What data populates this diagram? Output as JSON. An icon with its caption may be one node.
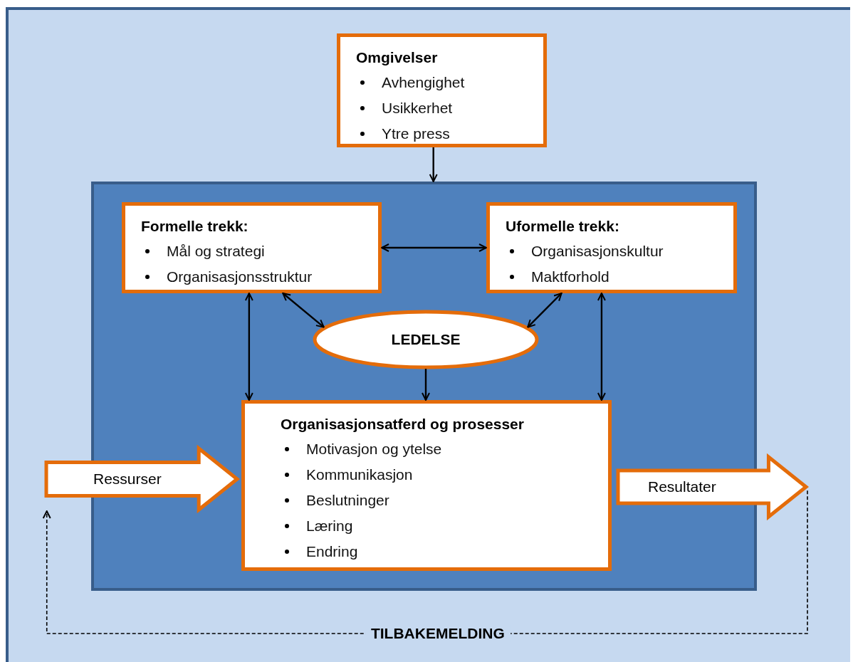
{
  "diagram": {
    "nodes": [
      {
        "text": [
          "Omgivelser",
          "Avhengighet",
          "Usikkerhet",
          "Ytre press"
        ]
      },
      {
        "text": [],
        "shape": "box"
      },
      {
        "text": [
          "Formelle trekk:",
          "Mål og strategi",
          "Organisasjonsstruktur"
        ],
        "in": 1
      },
      {
        "text": [
          "Uformelle trekk:",
          "Organisasjonskultur",
          "Maktforhold"
        ],
        "in": 1
      },
      {
        "text": [
          "LEDELSE"
        ],
        "in": 1
      },
      {
        "text": [
          "Organisasjonsatferd og prosesser",
          "Motivasjon og ytelse",
          "Kommunikasjon",
          "Beslutninger",
          "Læring",
          "Endring"
        ],
        "in": 1
      },
      {
        "text": [
          "Ressurser"
        ]
      },
      {
        "text": [
          "Resultater"
        ]
      }
    ],
    "edges": [
      {
        "from": 0,
        "to": 1,
        "arrow": "to"
      },
      {
        "from": 2,
        "to": 3,
        "arrow": "both"
      },
      {
        "from": 2,
        "to": 4,
        "arrow": "both"
      },
      {
        "from": 3,
        "to": 4,
        "arrow": "both"
      },
      {
        "from": 2,
        "to": 5,
        "arrow": "both"
      },
      {
        "from": 3,
        "to": 5,
        "arrow": "both"
      },
      {
        "from": 4,
        "to": 5,
        "arrow": "to"
      },
      {
        "from": 7,
        "to": 6,
        "arrow": "to",
        "label": "TILBAKEMELDING",
        "style": "dashed"
      }
    ]
  }
}
